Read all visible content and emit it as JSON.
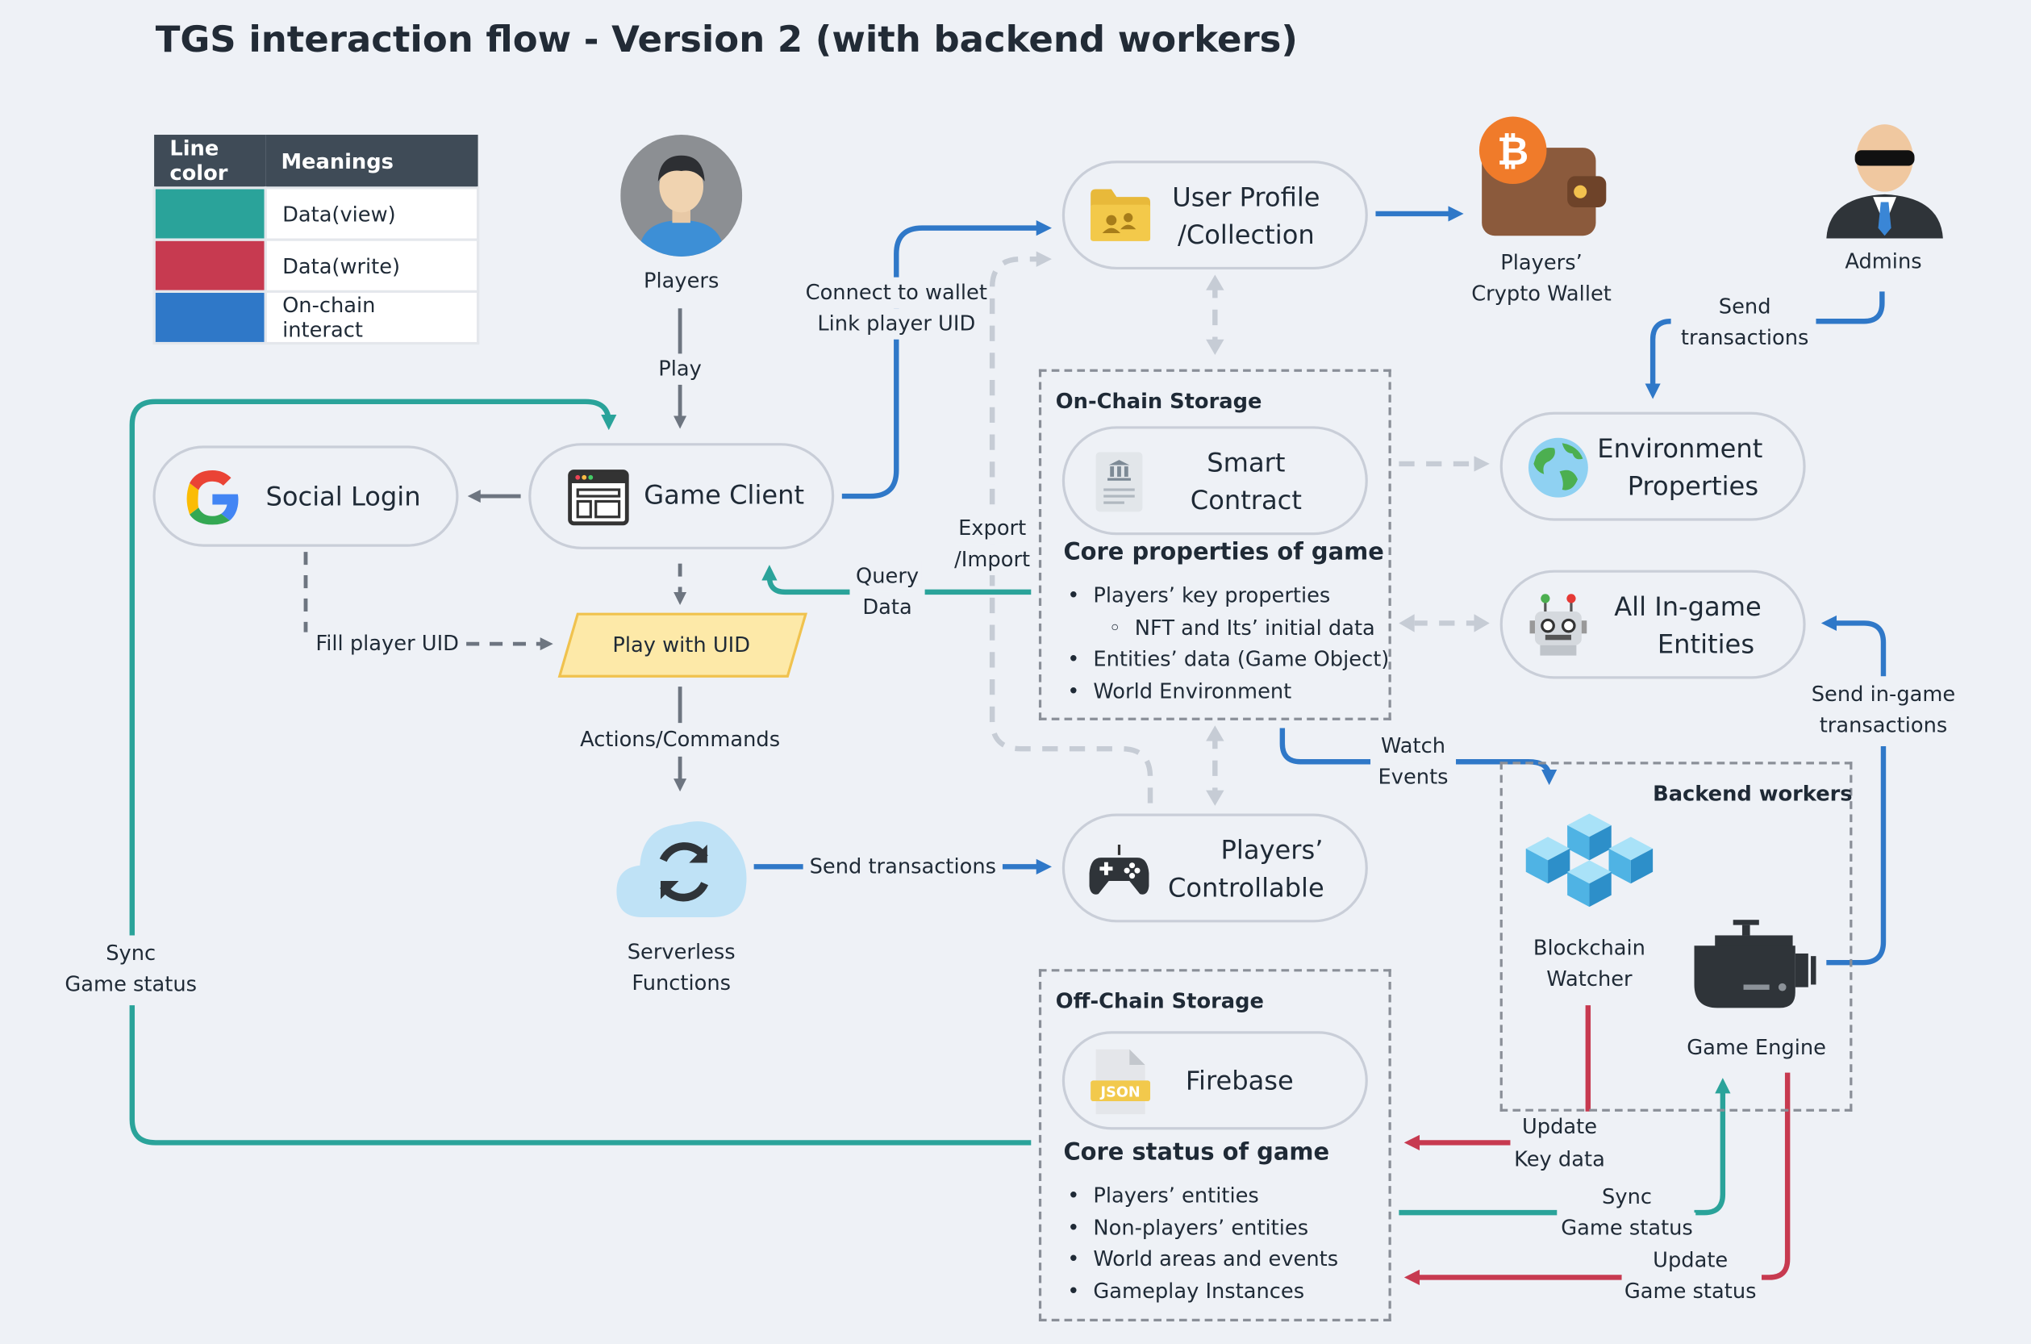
{
  "title": "TGS interaction flow - Version 2 (with backend workers)",
  "colors": {
    "data_view": "#2aa39a",
    "data_write": "#c73a50",
    "on_chain": "#2f78c8",
    "neutral": "#6d7580",
    "dashed": "#c6ccd5",
    "background": "#eef1f6"
  },
  "legend": {
    "header_color": "Line color",
    "header_meaning": "Meanings",
    "rows": [
      {
        "color": "#2aa39a",
        "meaning": "Data(view)"
      },
      {
        "color": "#c73a50",
        "meaning": "Data(write)"
      },
      {
        "color": "#2f78c8",
        "meaning": "On-chain interact"
      }
    ]
  },
  "nodes": {
    "players": "Players",
    "admins": "Admins",
    "wallet": [
      "Players’",
      "Crypto Wallet"
    ],
    "user_profile": [
      "User Profile",
      "/Collection"
    ],
    "social_login": "Social Login",
    "game_client": "Game Client",
    "play_with_uid": "Play with UID",
    "serverless": [
      "Serverless",
      "Functions"
    ],
    "smart_contract": [
      "Smart",
      "Contract"
    ],
    "environment": [
      "Environment",
      "Properties"
    ],
    "entities": [
      "All In-game",
      "Entities"
    ],
    "controllable": [
      "Players’",
      "Controllable"
    ],
    "firebase": "Firebase",
    "blockchain_watcher": [
      "Blockchain",
      "Watcher"
    ],
    "game_engine": "Game Engine"
  },
  "on_chain_storage": {
    "label": "On-Chain Storage",
    "heading": "Core properties of game",
    "items": [
      {
        "text": "Players’ key properties",
        "level": 1
      },
      {
        "text": "NFT and Its’ initial data",
        "level": 2
      },
      {
        "text": "Entities’ data (Game Object)",
        "level": 1
      },
      {
        "text": "World Environment",
        "level": 1
      }
    ]
  },
  "off_chain_storage": {
    "label": "Off-Chain Storage",
    "heading": "Core status of game",
    "items": [
      "Players’ entities",
      "Non-players’ entities",
      "World areas and events",
      "Gameplay Instances"
    ]
  },
  "backend_workers": {
    "label": "Backend workers"
  },
  "edges": {
    "play": "Play",
    "connect_wallet": [
      "Connect to wallet",
      "Link player UID"
    ],
    "admin_send": [
      "Send",
      "transactions"
    ],
    "export_import": [
      "Export",
      "/Import"
    ],
    "query_data": [
      "Query",
      "Data"
    ],
    "fill_uid": "Fill player UID",
    "actions": "Actions/Commands",
    "send_tx": "Send transactions",
    "watch_events": [
      "Watch",
      "Events"
    ],
    "send_ingame": [
      "Send in-game",
      "transactions"
    ],
    "sync_left": [
      "Sync",
      "Game status"
    ],
    "update_key": [
      "Update",
      "Key data"
    ],
    "sync_engine": [
      "Sync",
      "Game status"
    ],
    "update_status": [
      "Update",
      "Game status"
    ]
  },
  "icons": {
    "players": "person-avatar-icon",
    "admins": "admin-sunglasses-icon",
    "wallet": "bitcoin-wallet-icon",
    "user_profile": "folder-users-icon",
    "social_login": "google-g-icon",
    "game_client": "browser-window-icon",
    "serverless": "cloud-sync-icon",
    "smart_contract": "contract-document-icon",
    "environment": "globe-icon",
    "entities": "robot-icon",
    "controllable": "gamepad-icon",
    "firebase": "json-file-icon",
    "blockchain_watcher": "cubes-icon",
    "game_engine": "engine-icon"
  }
}
